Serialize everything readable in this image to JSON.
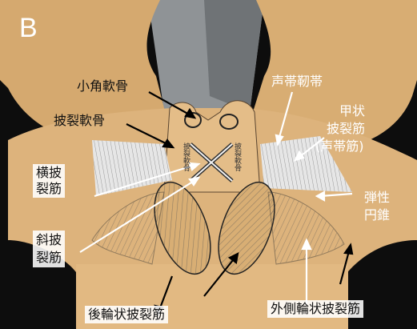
{
  "panel_letter": "B",
  "labels": {
    "corniculate": "小角軟骨",
    "arytenoid": "披裂軟骨",
    "transverse_line1": "横披",
    "transverse_line2": "裂筋",
    "oblique_line1": "斜披",
    "oblique_line2": "裂筋",
    "posterior": "後輪状披裂筋",
    "vocal_ligament": "声帯靭帯",
    "thyroarytenoid_line1": "甲状",
    "thyroarytenoid_line2": "披裂筋",
    "thyroarytenoid_line3": "(声帯筋)",
    "conus_line1": "弾性",
    "conus_line2": "円錐",
    "lateral": "外側輪状披裂筋"
  },
  "model_text": {
    "left_cartilage": "披裂軟骨",
    "right_cartilage": "披裂軟骨"
  },
  "colors": {
    "background": "#0d0d0d",
    "cardboard": "#d9b07a",
    "grey_stand": "#8f9396",
    "muscle_white": "#e6e6e6"
  }
}
